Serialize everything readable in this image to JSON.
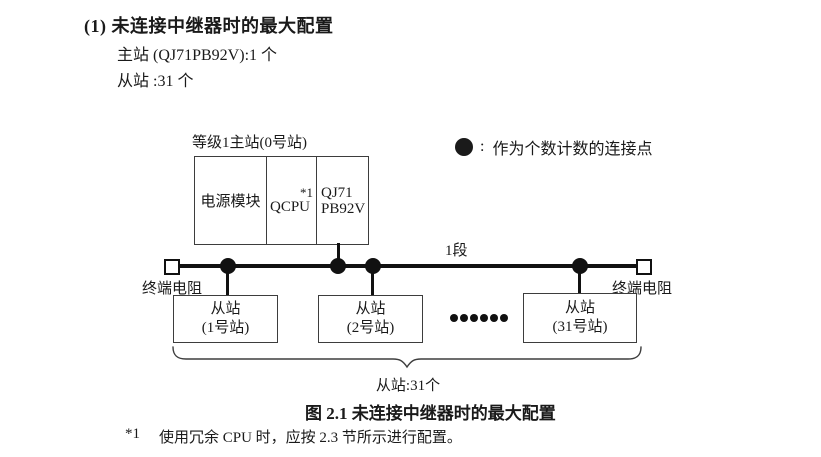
{
  "header": {
    "title": "(1) 未连接中继器时的最大配置",
    "master_spec": "主站 (QJ71PB92V):1 个",
    "slave_spec": "从站 :31 个"
  },
  "diagram": {
    "master": {
      "label": "等级1主站(0号站)",
      "power_cell": "电源模块",
      "cpu_cell": "QCPU",
      "cpu_note": "*1",
      "pb_cell_line1": "QJ71",
      "pb_cell_line2": "PB92V"
    },
    "legend": {
      "separator": ":",
      "label": "作为个数计数的连接点"
    },
    "segment_label": "1段",
    "terminator_left": "终端电阻",
    "terminator_right": "终端电阻",
    "slaves": [
      {
        "line1": "从站",
        "line2": "(1号站)"
      },
      {
        "line1": "从站",
        "line2": "(2号站)"
      },
      {
        "line1": "从站",
        "line2": "(31号站)"
      }
    ],
    "brace_label": "从站:31个"
  },
  "caption": "图 2.1 未连接中继器时的最大配置",
  "footnote": {
    "marker": "*1",
    "text": "使用冗余 CPU 时，应按 2.3 节所示进行配置。"
  },
  "colors": {
    "text": "#1a1a1a",
    "line": "#111111",
    "box_border": "#3d3d3d",
    "background": "#ffffff"
  }
}
